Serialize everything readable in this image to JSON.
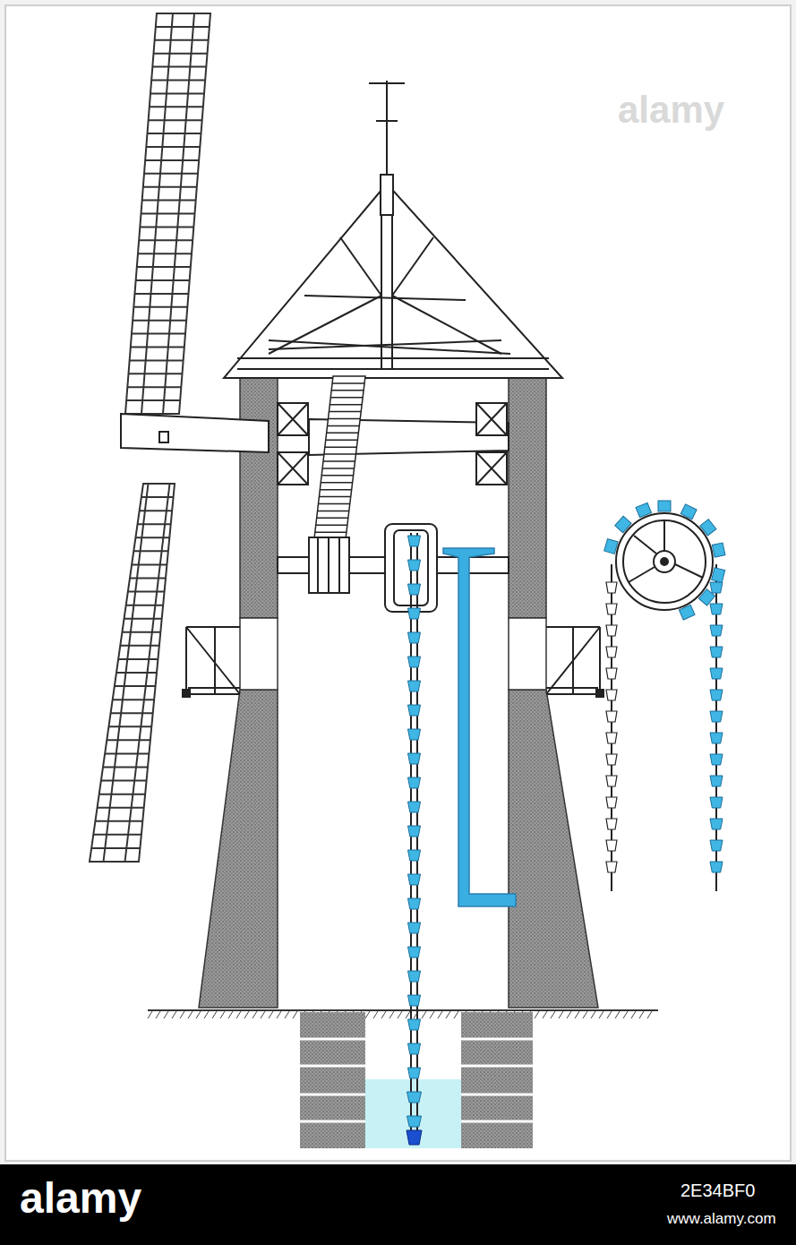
{
  "diagram": {
    "labels": [
      "alamy",
      "alamy",
      "2E34BF0",
      "www.alamy.com"
    ]
  }
}
